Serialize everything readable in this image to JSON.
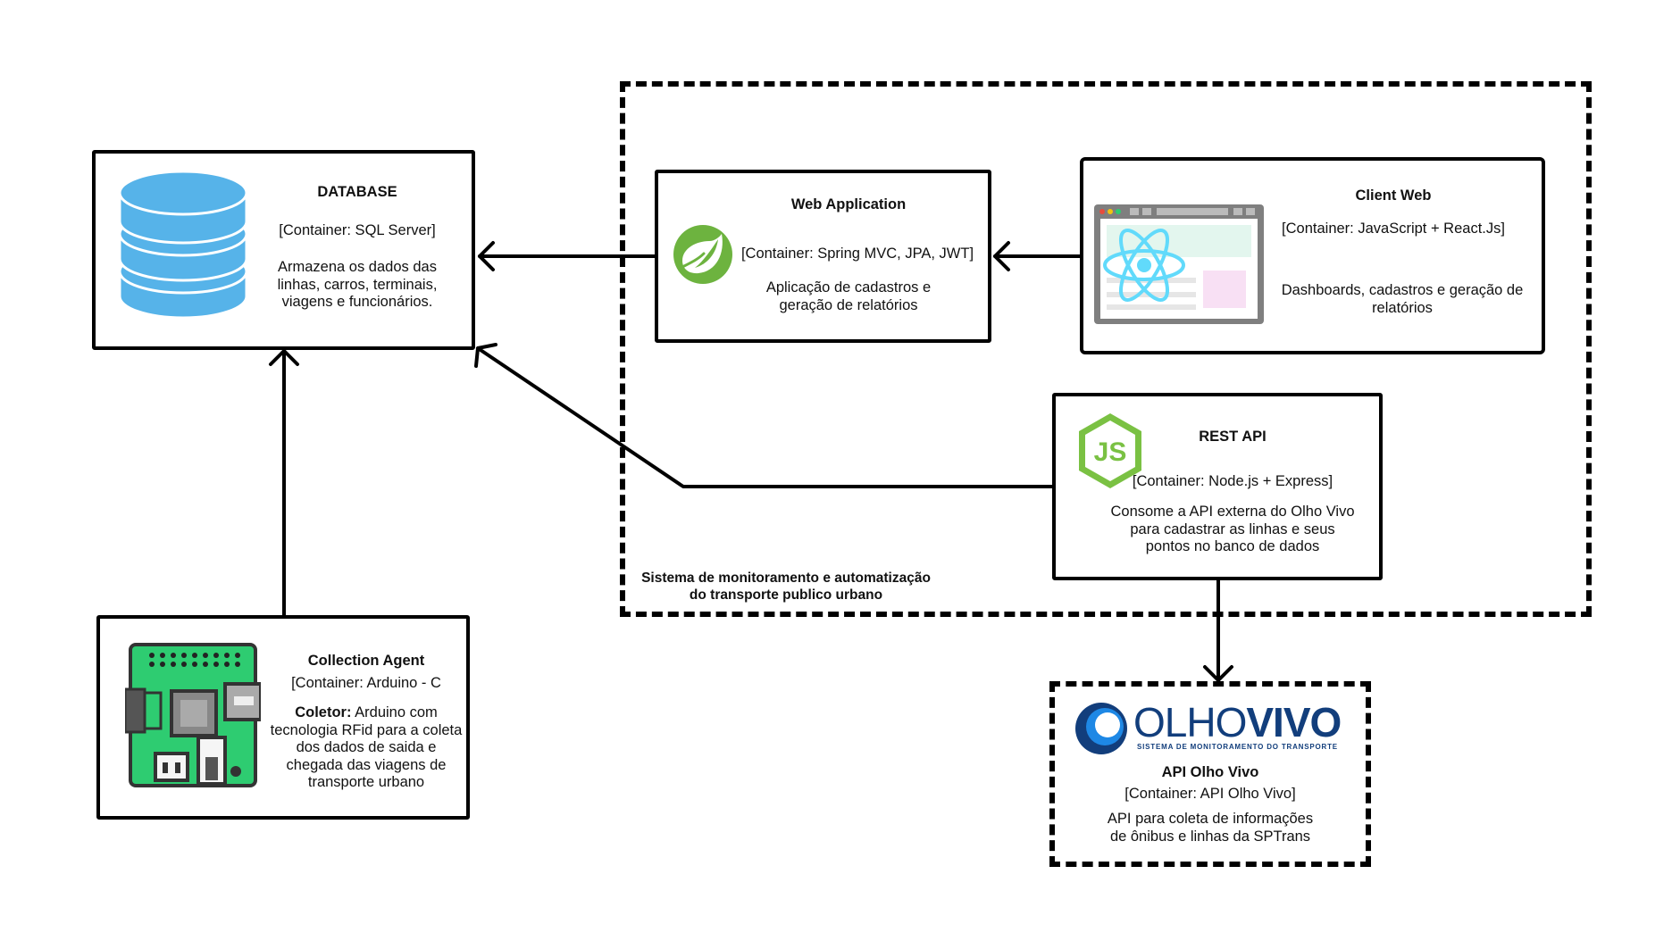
{
  "system_boundary": {
    "label_line1": "Sistema de monitoramento e automatização",
    "label_line2": "do transporte publico urbano"
  },
  "database": {
    "title": "DATABASE",
    "container": "[Container: SQL Server]",
    "desc_line1": "Armazena os dados das",
    "desc_line2": "linhas, carros, terminais,",
    "desc_line3": "viagens e funcionários."
  },
  "web_application": {
    "title": "Web Application",
    "container": "[Container: Spring MVC, JPA, JWT]",
    "desc_line1": "Aplicação de cadastros e",
    "desc_line2": "geração de relatórios"
  },
  "client_web": {
    "title": "Client Web",
    "container": "[Container: JavaScript + React.Js]",
    "desc_line1": "Dashboards, cadastros e geração de",
    "desc_line2": "relatórios"
  },
  "rest_api": {
    "title": "REST API",
    "container": "[Container: Node.js + Express]",
    "desc_line1": "Consome a API externa do Olho Vivo",
    "desc_line2": "para cadastrar as linhas e seus",
    "desc_line3": "pontos no banco de dados"
  },
  "collection_agent": {
    "title": "Collection Agent",
    "container": "[Container: Arduino - C",
    "desc_bold": "Coletor:",
    "desc_line1": " Arduino com",
    "desc_line2": "tecnologia RFid para a coleta",
    "desc_line3": "dos dados de saida e",
    "desc_line4": "chegada das viagens de",
    "desc_line5": "transporte urbano"
  },
  "olho_vivo": {
    "logo_word1": "OLHO",
    "logo_word2": "VIVO",
    "logo_tagline": "SISTEMA DE MONITORAMENTO DO TRANSPORTE",
    "title": "API Olho Vivo",
    "container": "[Container:  API Olho Vivo]",
    "desc_line1": "API para coleta de informações",
    "desc_line2": "de ônibus e linhas da SPTrans"
  },
  "colors": {
    "database_blue": "#56b3e9",
    "spring_green": "#6db33f",
    "react_blue": "#61dafb",
    "node_green": "#7ac143",
    "board_green": "#2ecc71",
    "olhovivo_navy": "#123e7c"
  },
  "icons": [
    "database-icon",
    "spring-leaf-icon",
    "react-browser-icon",
    "nodejs-icon",
    "circuit-board-icon",
    "olhovivo-logo"
  ]
}
